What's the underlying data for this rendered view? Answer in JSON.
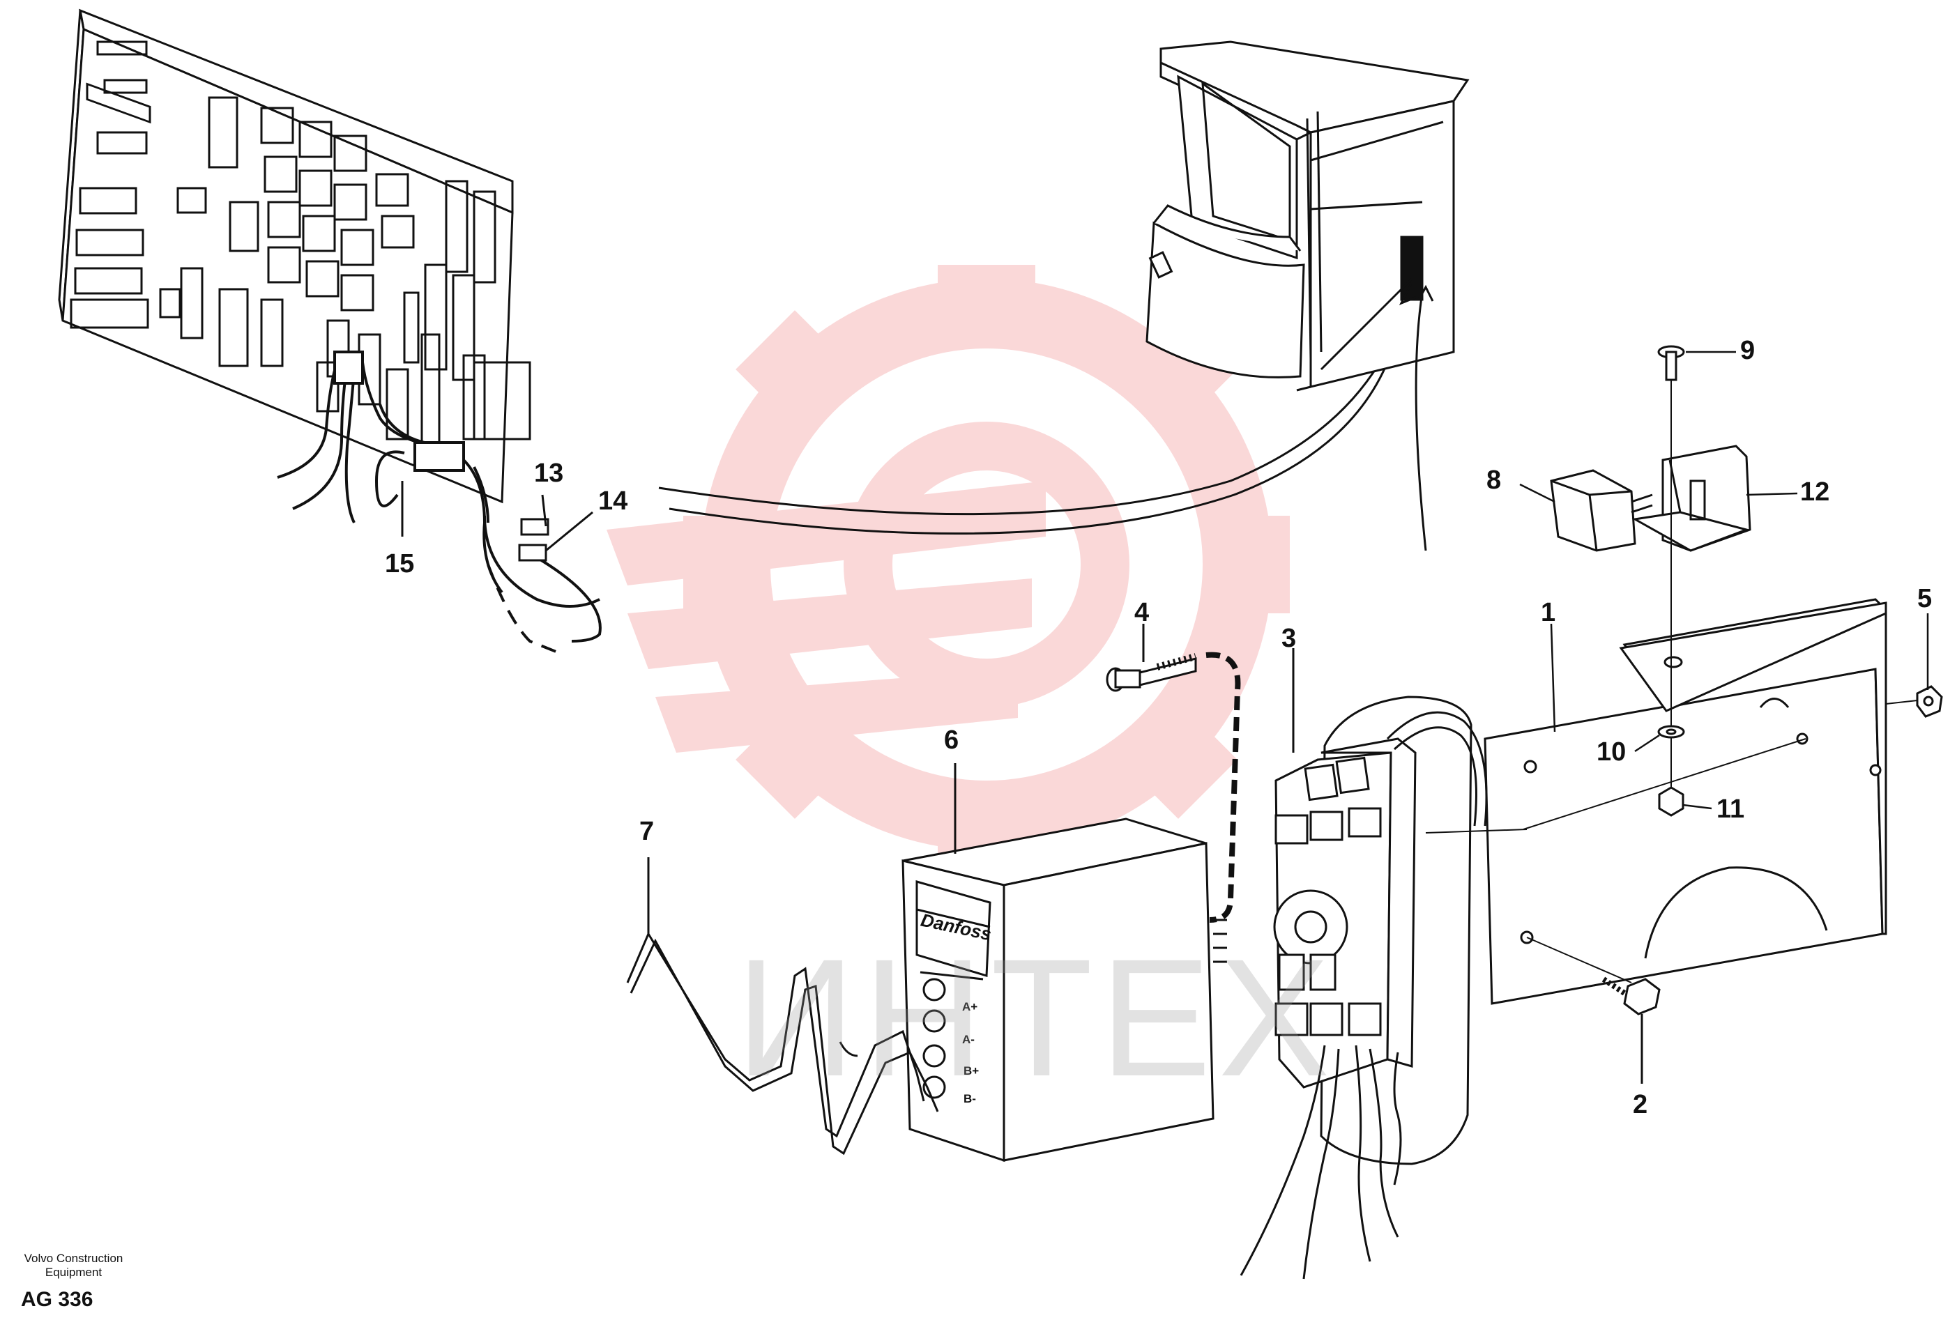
{
  "diagram": {
    "callouts": [
      {
        "id": "1",
        "label": "1"
      },
      {
        "id": "2",
        "label": "2"
      },
      {
        "id": "3",
        "label": "3"
      },
      {
        "id": "4",
        "label": "4"
      },
      {
        "id": "5",
        "label": "5"
      },
      {
        "id": "6",
        "label": "6"
      },
      {
        "id": "7",
        "label": "7"
      },
      {
        "id": "8",
        "label": "8"
      },
      {
        "id": "9",
        "label": "9"
      },
      {
        "id": "10",
        "label": "10"
      },
      {
        "id": "11",
        "label": "11"
      },
      {
        "id": "12",
        "label": "12"
      },
      {
        "id": "13",
        "label": "13"
      },
      {
        "id": "14",
        "label": "14"
      },
      {
        "id": "15",
        "label": "15"
      }
    ],
    "control_box": {
      "brand": "Danfoss",
      "terminals": [
        "A+",
        "A-",
        "B+",
        "B-"
      ]
    }
  },
  "watermark": {
    "text": "ИНТЕХ",
    "color": "#f4a9ab"
  },
  "footer": {
    "brand_line1": "Volvo Construction",
    "brand_line2": "Equipment",
    "code": "AG 336"
  }
}
